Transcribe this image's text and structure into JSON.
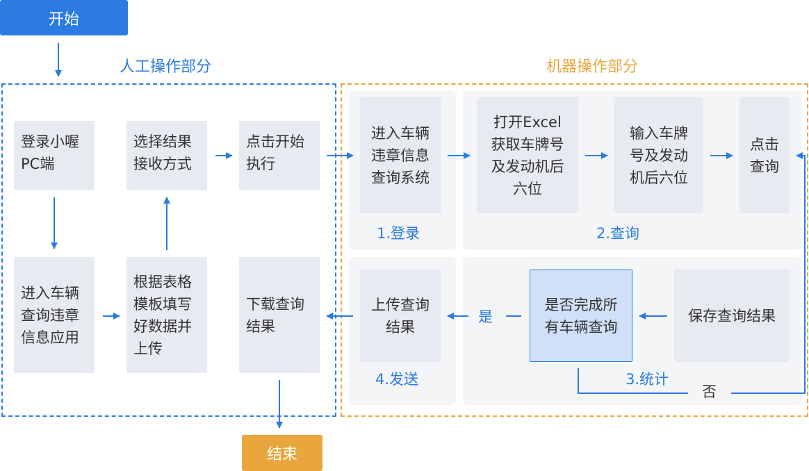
{
  "start": {
    "label": "开始",
    "color": "#2b7be0"
  },
  "end": {
    "label": "结束",
    "color": "#e9a63c"
  },
  "zones": {
    "manual": {
      "title": "人工操作部分",
      "color": "#2b7be0"
    },
    "machine": {
      "title": "机器操作部分",
      "color": "#e9a63c"
    }
  },
  "nodes": {
    "login_pc": "登录小喔\nPC端",
    "enter_app": "进入车辆\n查询违章\n信息应用",
    "choose_method": "选择结果\n接收方式",
    "fill_template": "根据表格\n模板填写\n好数据并\n上传",
    "click_start": "点击开始\n执行",
    "download": "下载查询\n结果",
    "enter_system": "进入车辆\n违章信息\n查询系统",
    "open_excel": "打开Excel\n获取车牌号\n及发动机后\n六位",
    "input_plate": "输入车牌\n号及发动\n机后六位",
    "click_query": "点击\n查询",
    "save_result": "保存查询结果",
    "all_done": "是否完成所\n有车辆查询",
    "upload_result": "上传查询\n结果"
  },
  "phases": {
    "login": "1.登录",
    "query": "2.查询",
    "stats": "3.统计",
    "send": "4.发送"
  },
  "edge_labels": {
    "yes": "是",
    "no": "否"
  }
}
